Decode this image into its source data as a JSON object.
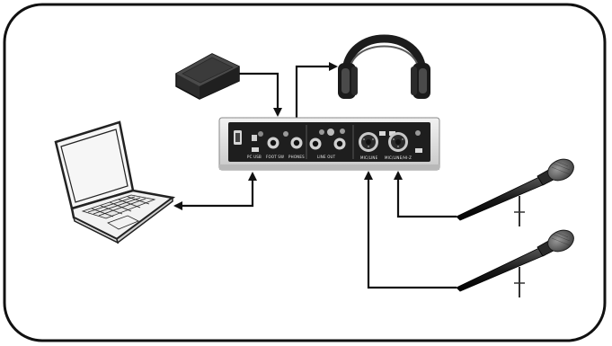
{
  "colors": {
    "frame_border": "#111111",
    "wire": "#111111",
    "interface_body": "#e4e4e4",
    "interface_panel": "#1e1e1e",
    "pedal": "#3a3a3a",
    "headphones": "#222222",
    "microphone": "#1d1d1d",
    "laptop_outline": "#222222"
  },
  "devices": [
    {
      "id": "audio-interface",
      "icon": "audio-interface-icon"
    },
    {
      "id": "laptop",
      "icon": "laptop-icon"
    },
    {
      "id": "foot-pedal",
      "icon": "foot-pedal-icon"
    },
    {
      "id": "headphones",
      "icon": "headphones-icon"
    },
    {
      "id": "microphone-1",
      "icon": "microphone-icon"
    },
    {
      "id": "microphone-2",
      "icon": "microphone-icon"
    }
  ],
  "connections": [
    {
      "from": "laptop",
      "to": "audio-interface",
      "direction": "both"
    },
    {
      "from": "foot-pedal",
      "to": "audio-interface",
      "direction": "to"
    },
    {
      "from": "audio-interface",
      "to": "headphones",
      "direction": "to"
    },
    {
      "from": "microphone-1",
      "to": "audio-interface",
      "direction": "to"
    },
    {
      "from": "microphone-2",
      "to": "audio-interface",
      "direction": "to"
    }
  ],
  "panel_labels": {
    "usb": "PC USB",
    "foot_sw": "FOOT SW",
    "phones": "PHONES",
    "line_out": "LINE OUT",
    "mic_line": "MIC/LINE",
    "mic_line_hi": "MIC/LINE/HI-Z"
  }
}
